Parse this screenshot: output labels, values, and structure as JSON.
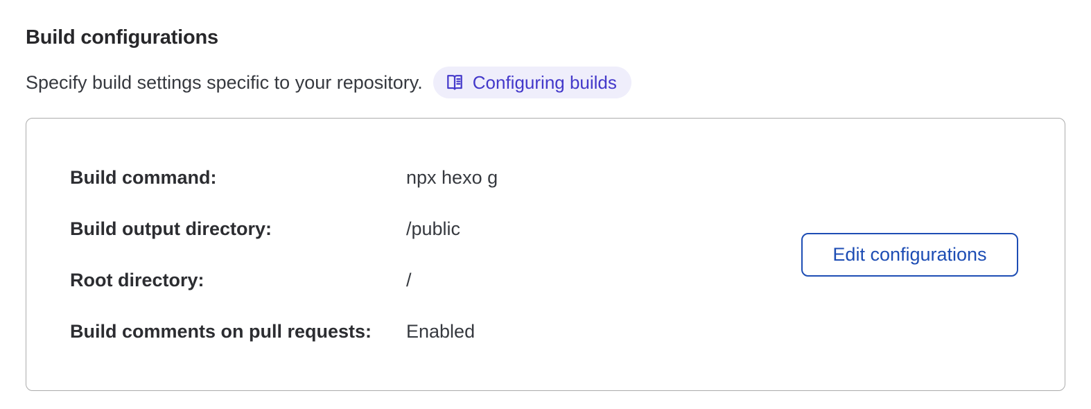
{
  "header": {
    "title": "Build configurations",
    "description": "Specify build settings specific to your repository.",
    "docs_link": {
      "label": "Configuring builds",
      "icon": "open-book-icon"
    }
  },
  "card": {
    "fields": [
      {
        "label": "Build command:",
        "value": "npx hexo g"
      },
      {
        "label": "Build output directory:",
        "value": "/public"
      },
      {
        "label": "Root directory:",
        "value": "/"
      },
      {
        "label": "Build comments on pull requests:",
        "value": "Enabled"
      }
    ],
    "edit_button_label": "Edit configurations"
  },
  "colors": {
    "accent_indigo": "#4338ca",
    "badge_background": "#efeefb",
    "button_blue": "#1d4db4",
    "card_border": "#ababab",
    "heading_text": "#27272a",
    "body_text": "#36393f"
  }
}
